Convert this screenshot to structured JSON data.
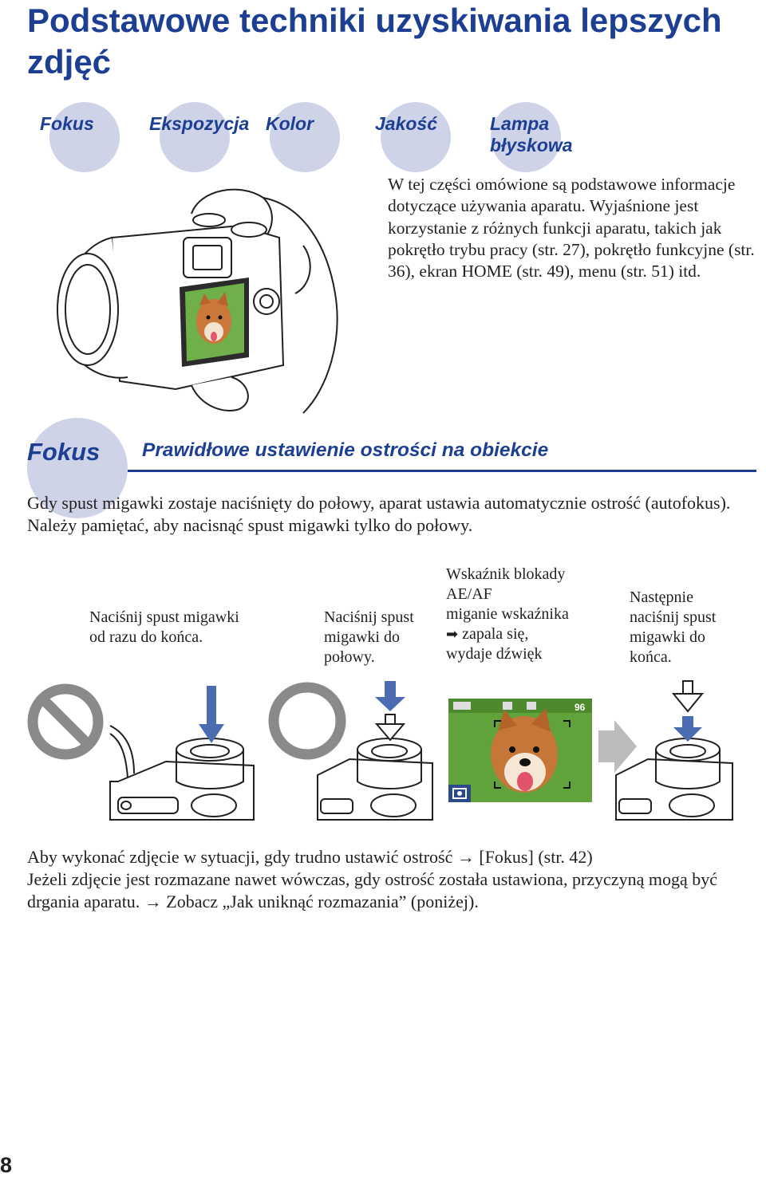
{
  "page": {
    "title": "Podstawowe techniki uzyskiwania lepszych zdjęć",
    "number": "8"
  },
  "topics": [
    {
      "label": "Fokus"
    },
    {
      "label": "Ekspozycja"
    },
    {
      "label": "Kolor"
    },
    {
      "label": "Jakość"
    },
    {
      "label": "Lampa błyskowa"
    }
  ],
  "intro": "W tej części omówione są podstawowe informacje dotyczące używania aparatu. Wyjaśnione jest korzystanie z różnych funkcji aparatu, takich jak pokrętło trybu pracy (str. 27), pokrętło funkcyjne (str. 36), ekran HOME (str. 49), menu (str. 51) itd.",
  "section": {
    "label": "Fokus",
    "title": "Prawidłowe ustawienie ostrości na obiekcie",
    "body": "Gdy spust migawki zostaje naciśnięty do połowy, aparat ustawia automatycznie ostrość (autofokus). Należy pamiętać, aby nacisnąć spust migawki tylko do połowy."
  },
  "steps": {
    "wrong": "Naciśnij spust migawki od razu do końca.",
    "half": "Naciśnij spust migawki do połowy.",
    "indicator_line1": "Wskaźnik blokady",
    "indicator_line2": "AE/AF",
    "indicator_line3": "miganie wskaźnika",
    "indicator_line4": "zapala się,",
    "indicator_line5": "wydaje dźwięk",
    "full": "Następnie naciśnij spust migawki do końca.",
    "lcd_count": "96"
  },
  "footer": {
    "line1": "Aby wykonać zdjęcie w sytuacji, gdy trudno ustawić ostrość → [Fokus] (str. 42)",
    "line2": "Jeżeli zdjęcie jest rozmazane nawet wówczas, gdy ostrość została ustawiona, przyczyną mogą być drgania aparatu. → Zobacz „Jak uniknąć rozmazania” (poniżej)."
  },
  "colors": {
    "accent": "#1c3f94",
    "circle": "#cfd3e8",
    "arrow": "#4a6cb0",
    "gray": "#8a8a8a"
  }
}
